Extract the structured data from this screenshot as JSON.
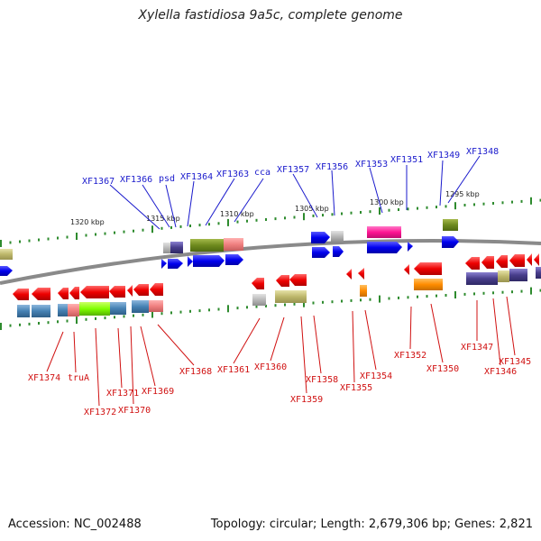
{
  "title": "Xylella fastidiosa 9a5c, complete genome",
  "footer": {
    "accession": "Accession: NC_002488",
    "summary": "Topology: circular; Length: 2,679,306 bp; Genes: 2,821"
  },
  "scale_labels": [
    "1320 kbp",
    "1315 kbp",
    "1310 kbp",
    "1305 kbp",
    "1300 kbp",
    "1295 kbp"
  ],
  "top_labels": [
    "XF1367",
    "XF1366",
    "psd",
    "XF1364",
    "XF1363",
    "cca",
    "XF1357",
    "XF1356",
    "XF1353",
    "XF1351",
    "XF1349",
    "XF1348"
  ],
  "bottom_labels": [
    "XF1374",
    "truA",
    "XF1372",
    "XF1371",
    "XF1370",
    "XF1369",
    "XF1368",
    "XF1361",
    "XF1360",
    "XF1359",
    "XF1358",
    "XF1355",
    "XF1354",
    "XF1352",
    "XF1350",
    "XF1347",
    "XF1346",
    "XF1345"
  ],
  "colors": {
    "backbone": "#8a8a8a",
    "forward_strand": "#0000ee",
    "reverse_strand": "#ee0000",
    "tick": "#2e8b2e",
    "top_label": "#1a1acc",
    "bottom_label": "#d01010"
  }
}
